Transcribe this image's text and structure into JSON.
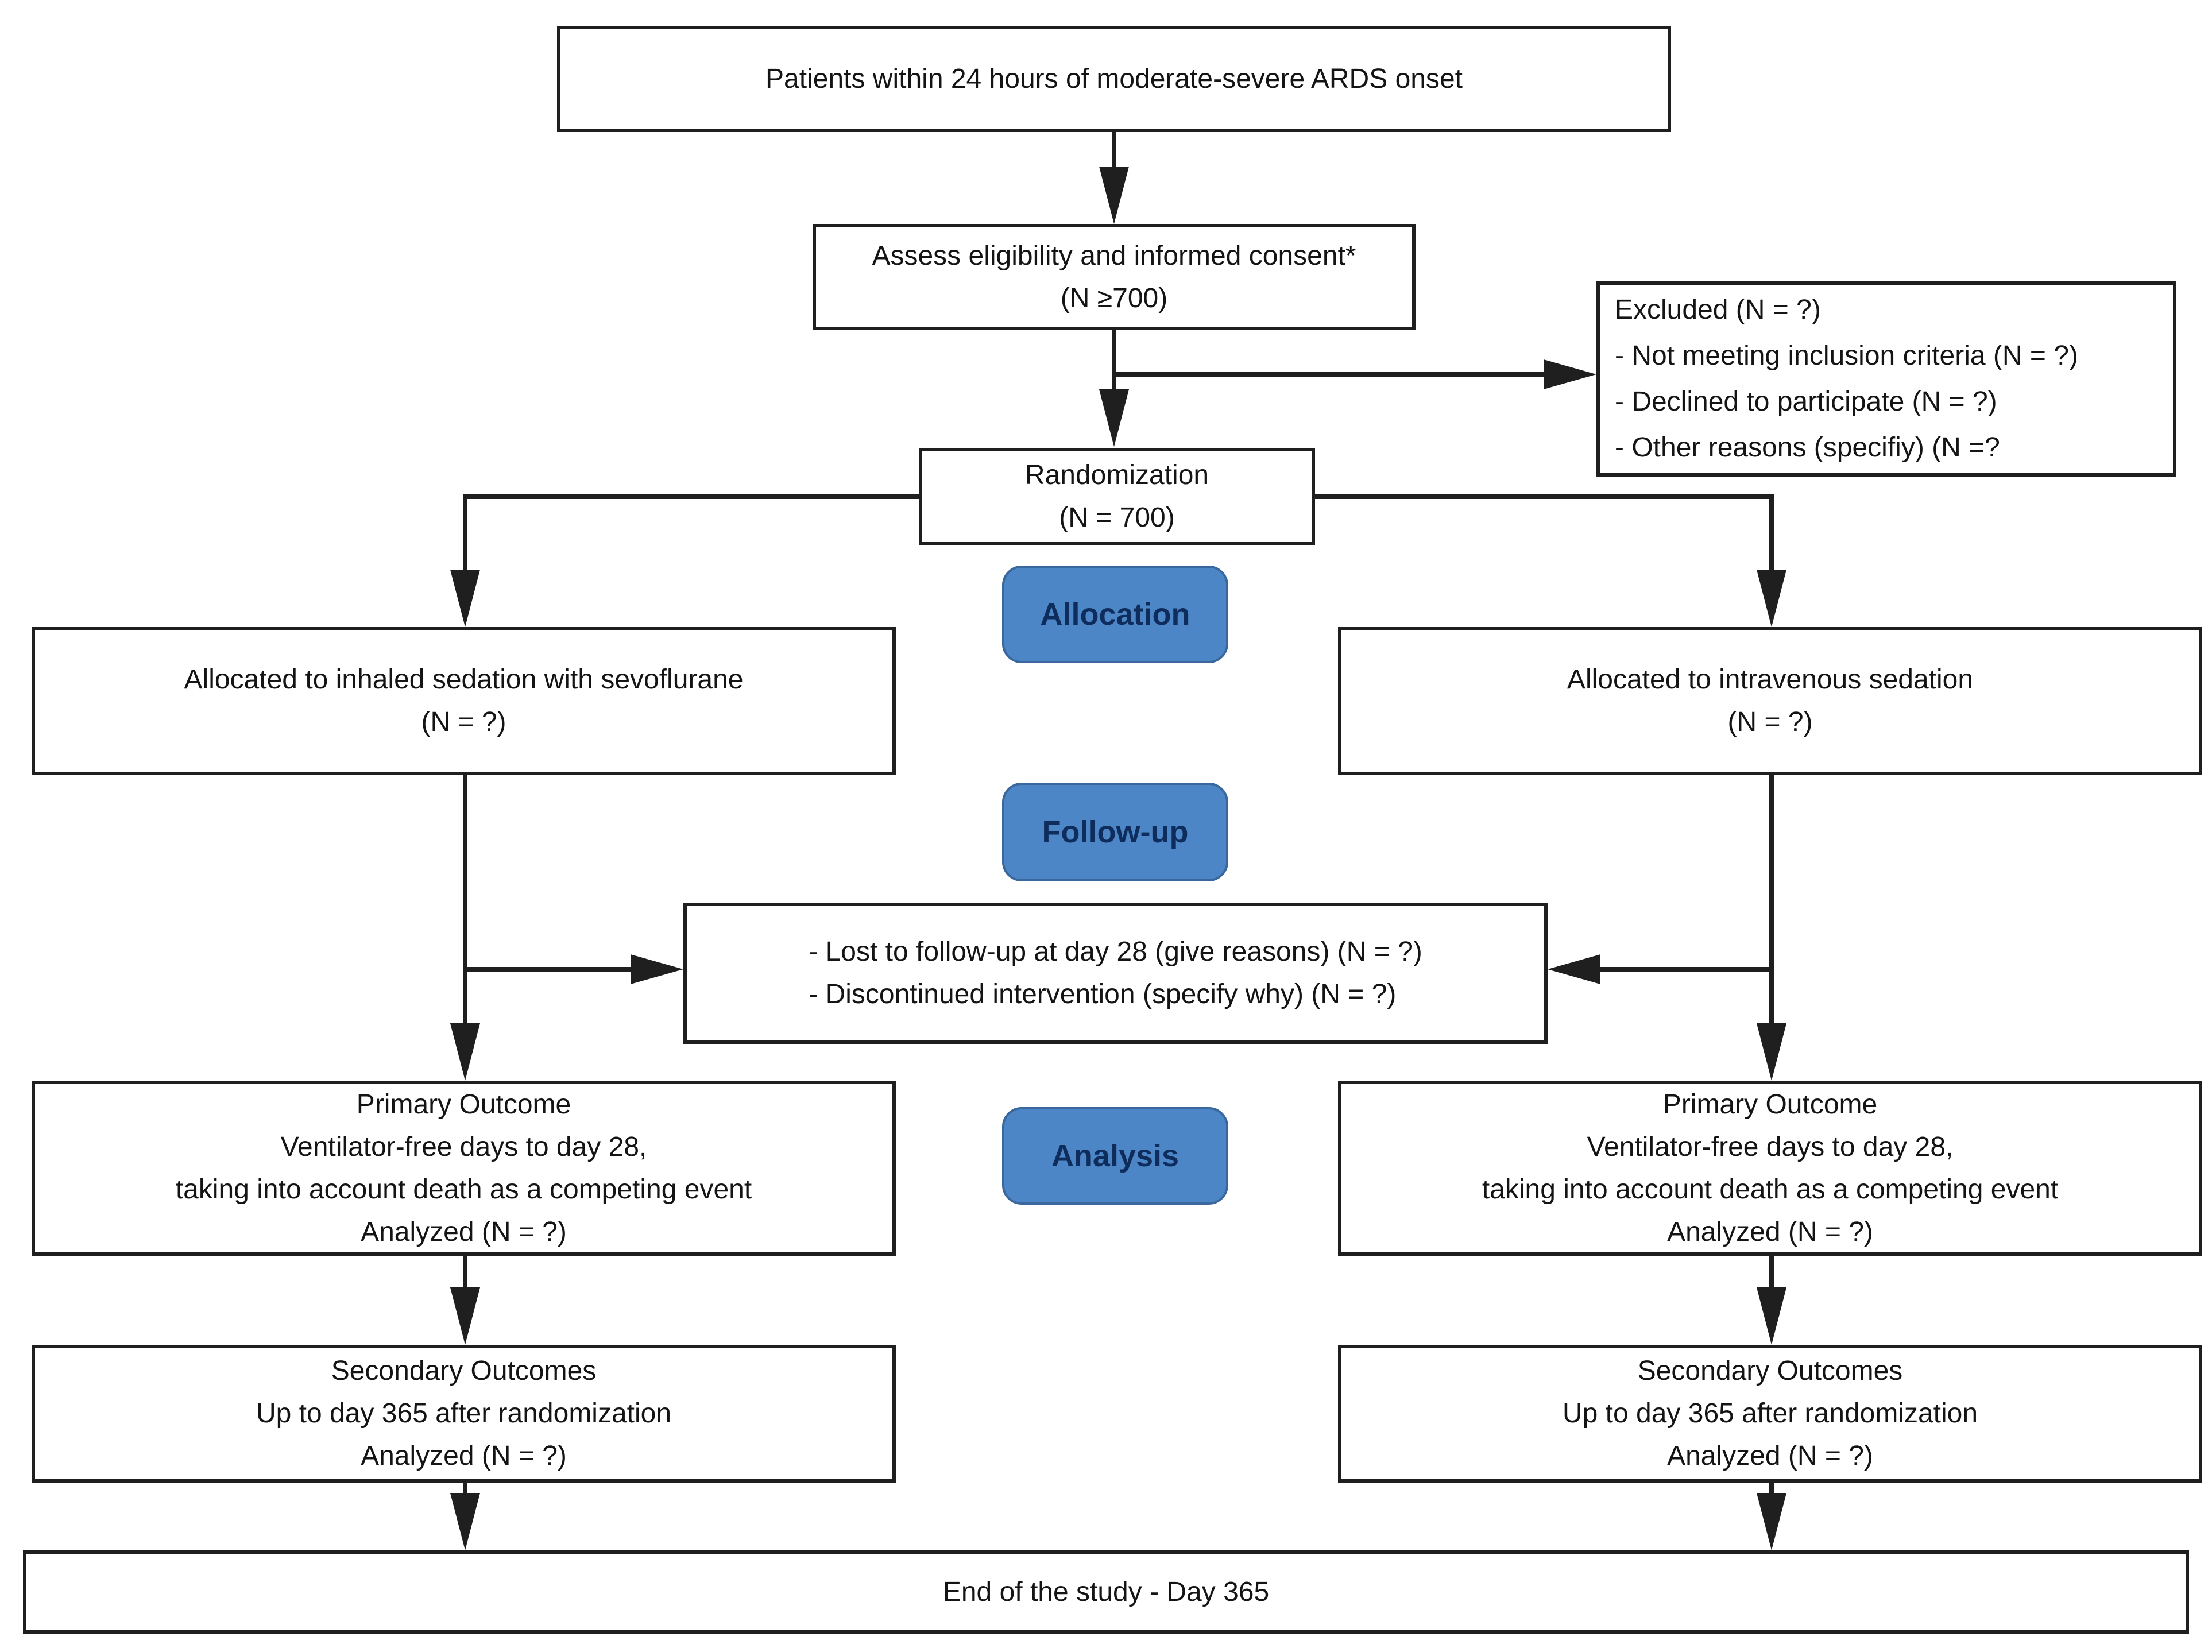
{
  "colors": {
    "badge-fill": "#4d86c7",
    "badge-border": "#3a689d",
    "badge-text": "#0e2d5c",
    "line": "#1f1f1f",
    "box-border": "#1f1f1f",
    "ink": "#141414",
    "bg": "#ffffff"
  },
  "flow": {
    "screening": {
      "line1": "Patients within 24 hours of moderate-severe ARDS onset"
    },
    "eligibility": {
      "line1": "Assess eligibility and informed consent*",
      "line2": "(N ≥700)"
    },
    "excluded": {
      "line1": "Excluded (N = ?)",
      "line2": "- Not meeting inclusion criteria (N = ?)",
      "line3": "- Declined to participate (N = ?)",
      "line4": "- Other reasons (specifiy) (N =?"
    },
    "randomization": {
      "line1": "Randomization",
      "line2": "(N = 700)"
    },
    "phases": {
      "allocation": "Allocation",
      "followup": "Follow-up",
      "analysis": "Analysis"
    },
    "left_arm": {
      "allocated": {
        "line1": "Allocated to inhaled sedation with sevoflurane",
        "line2": "(N = ?)"
      },
      "primary_outcome": {
        "line1": "Primary Outcome",
        "line2": "Ventilator-free days to day 28,",
        "line3": "taking into account death as a competing event",
        "line4": "Analyzed (N = ?)"
      },
      "secondary_outcomes": {
        "line1": "Secondary Outcomes",
        "line2": "Up to day 365 after randomization",
        "line3": "Analyzed (N = ?)"
      }
    },
    "right_arm": {
      "allocated": {
        "line1": "Allocated to intravenous sedation",
        "line2": "(N = ?)"
      },
      "primary_outcome": {
        "line1": "Primary Outcome",
        "line2": "Ventilator-free days to day 28,",
        "line3": "taking into account death as a competing event",
        "line4": "Analyzed (N = ?)"
      },
      "secondary_outcomes": {
        "line1": "Secondary Outcomes",
        "line2": "Up to day 365 after randomization",
        "line3": "Analyzed (N = ?)"
      }
    },
    "followup_box": {
      "line1": "- Lost to follow-up at day 28 (give reasons) (N = ?)",
      "line2": "- Discontinued intervention (specify why) (N = ?)"
    },
    "end": {
      "line1": "End of the study - Day 365"
    }
  }
}
